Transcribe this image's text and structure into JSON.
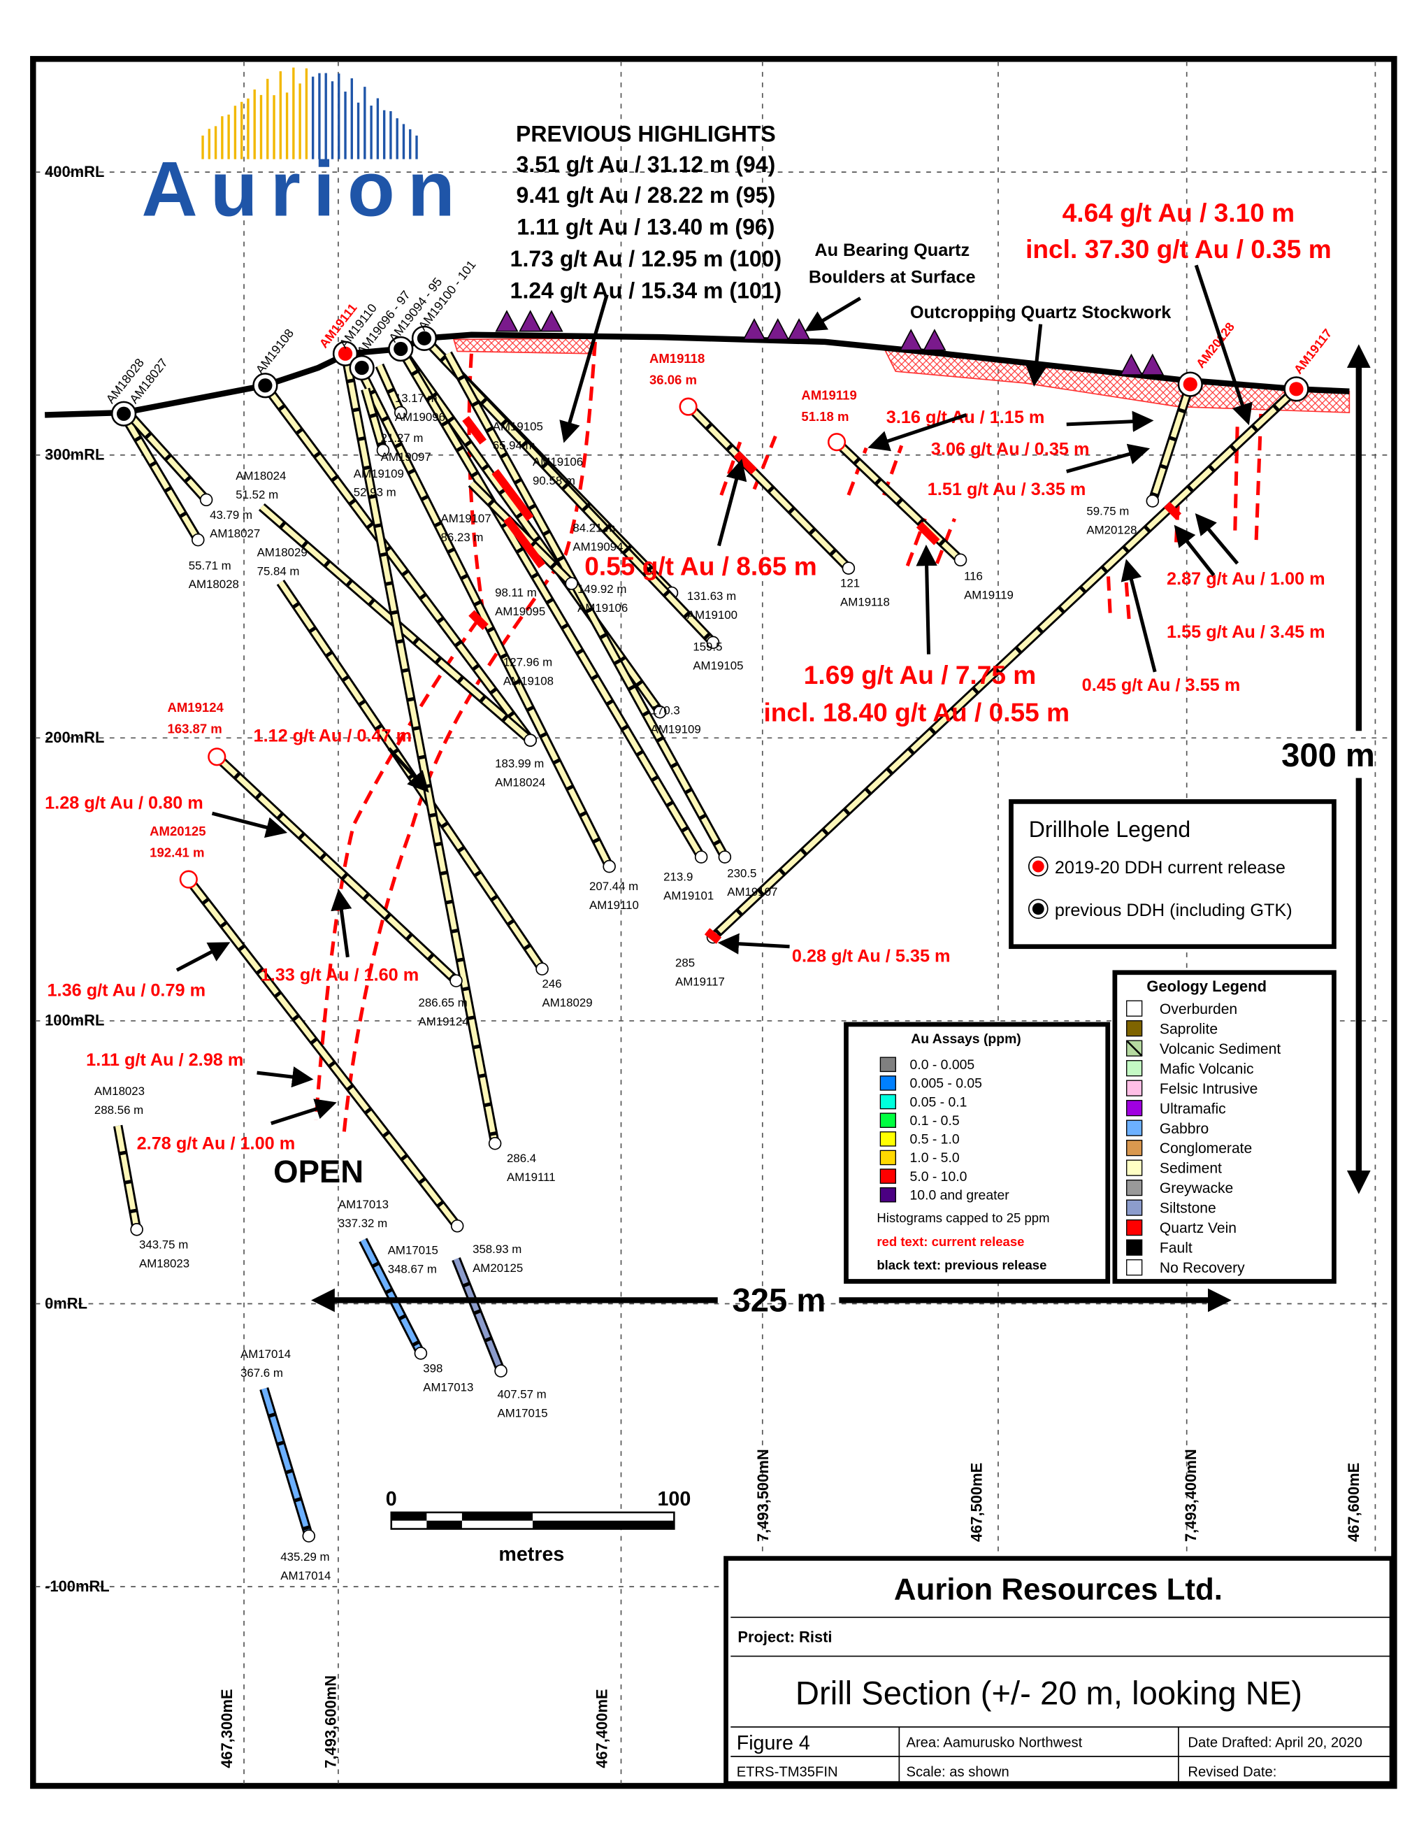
{
  "logo": {
    "text": "Aurion"
  },
  "previous_highlights": {
    "title": "PREVIOUS HIGHLIGHTS",
    "items": [
      "3.51 g/t Au / 31.12 m (94)",
      "9.41 g/t Au / 28.22 m (95)",
      "1.11 g/t Au / 13.40 m (96)",
      "1.73 g/t Au / 12.95 m (100)",
      "1.24 g/t Au / 15.34 m (101)"
    ]
  },
  "surface_notes": {
    "boulders": [
      "Au Bearing Quartz",
      "Boulders at Surface"
    ],
    "stockwork": "Outcropping Quartz Stockwork",
    "open": "OPEN"
  },
  "rl_labels": [
    "400mRL",
    "300mRL",
    "200mRL",
    "100mRL",
    "0mRL",
    "-100mRL"
  ],
  "grid_labels": [
    "467,300mE",
    "7,493,600mN",
    "467,400mE",
    "7,493,500mN",
    "467,500mE",
    "7,493,400mN",
    "467,600mE"
  ],
  "collar_labels": [
    {
      "text": "AM18028",
      "current": false
    },
    {
      "text": "AM18027",
      "current": false
    },
    {
      "text": "AM19108",
      "current": false
    },
    {
      "text": "AM19111",
      "current": true
    },
    {
      "text": "AM19110",
      "current": false
    },
    {
      "text": "AM19096 - 97",
      "current": false
    },
    {
      "text": "AM19094 - 95",
      "current": false
    },
    {
      "text": "AM19100 - 101",
      "current": false
    },
    {
      "text": "AM20128",
      "current": true
    },
    {
      "text": "AM19117",
      "current": true
    }
  ],
  "hole_labels": [
    [
      "13.17 m",
      "AM19096"
    ],
    [
      "21.27 m",
      "AM19097"
    ],
    [
      "AM19109",
      "52.93 m"
    ],
    [
      "AM19105",
      "65.94 m"
    ],
    [
      "AM19106",
      "90.58 m"
    ],
    [
      "AM18024",
      "51.52 m"
    ],
    [
      "43.79 m",
      "AM18027"
    ],
    [
      "55.71 m",
      "AM18028"
    ],
    [
      "AM19107",
      "86.23 m"
    ],
    [
      "84.21 m",
      "AM19094"
    ],
    [
      "AM18029",
      "75.84 m"
    ],
    [
      "98.11 m",
      "AM19095"
    ],
    [
      "149.92 m",
      "AM19106"
    ],
    [
      "131.63 m",
      "AM19100"
    ],
    [
      "159.5",
      "AM19105"
    ],
    [
      "127.96 m",
      "AM19108"
    ],
    [
      "170.3",
      "AM19109"
    ],
    [
      "183.99 m",
      "AM18024"
    ],
    [
      "207.44 m",
      "AM19110"
    ],
    [
      "213.9",
      "AM19101"
    ],
    [
      "230.5",
      "AM19107"
    ],
    [
      "121",
      "AM19118"
    ],
    [
      "116",
      "AM19119"
    ],
    [
      "59.75 m",
      "AM20128"
    ],
    [
      "285",
      "AM19117"
    ],
    [
      "246",
      "AM18029"
    ],
    [
      "286.65 m",
      "AM19124"
    ],
    [
      "286.4",
      "AM19111"
    ],
    [
      "AM18023",
      "288.56 m"
    ],
    [
      "343.75 m",
      "AM18023"
    ],
    [
      "AM17013",
      "337.32 m"
    ],
    [
      "AM17015",
      "348.67 m"
    ],
    [
      "358.93 m",
      "AM20125"
    ],
    [
      "398",
      "AM17013"
    ],
    [
      "407.57 m",
      "AM17015"
    ],
    [
      "AM17014",
      "367.6 m"
    ],
    [
      "435.29 m",
      "AM17014"
    ]
  ],
  "current_hole_labels": [
    [
      "AM19118",
      "36.06 m"
    ],
    [
      "AM19119",
      "51.18 m"
    ],
    [
      "AM19124",
      "163.87 m"
    ],
    [
      "AM20125",
      "192.41 m"
    ]
  ],
  "intercepts": [
    "4.64 g/t Au / 3.10 m",
    "incl. 37.30 g/t Au / 0.35 m",
    "3.16 g/t Au / 1.15 m",
    "3.06 g/t Au / 0.35 m",
    "1.51 g/t Au / 3.35 m",
    "0.55 g/t Au / 8.65 m",
    "1.69 g/t Au / 7.75 m",
    "incl. 18.40 g/t Au / 0.55 m",
    "2.87 g/t Au / 1.00 m",
    "1.55 g/t Au / 3.45 m",
    "0.45 g/t Au / 3.55 m",
    "1.12 g/t Au / 0.47 m",
    "1.28 g/t Au / 0.80 m",
    "0.28 g/t Au / 5.35 m",
    "1.36 g/t Au / 0.79 m",
    "1.33 g/t Au / 1.60 m",
    "1.11 g/t Au / 2.98 m",
    "2.78 g/t Au / 1.00 m"
  ],
  "dimensions": {
    "horizontal": "325 m",
    "vertical": "300 m"
  },
  "scale_bar": {
    "start": "0",
    "end": "100",
    "unit": "metres"
  },
  "drillhole_legend": {
    "title": "Drillhole Legend",
    "items": [
      {
        "label": "2019-20 DDH current release",
        "color": "#ff0000"
      },
      {
        "label": "previous DDH (including GTK)",
        "color": "#000000"
      }
    ]
  },
  "au_legend": {
    "title": "Au Assays (ppm)",
    "items": [
      {
        "label": "0.0 - 0.005",
        "color": "#808080"
      },
      {
        "label": "0.005 - 0.05",
        "color": "#0080ff"
      },
      {
        "label": "0.05 - 0.1",
        "color": "#00ffdd"
      },
      {
        "label": "0.1 - 0.5",
        "color": "#00ff40"
      },
      {
        "label": "0.5 - 1.0",
        "color": "#ffff00"
      },
      {
        "label": "1.0 - 5.0",
        "color": "#ffd800"
      },
      {
        "label": "5.0 - 10.0",
        "color": "#ff0000"
      },
      {
        "label": "10.0 and greater",
        "color": "#4b0082"
      }
    ],
    "note": "Histograms capped to 25 ppm",
    "red_note": "red text: current release",
    "black_note": "black text: previous release"
  },
  "geology_legend": {
    "title": "Geology Legend",
    "items": [
      {
        "label": "Overburden",
        "color": "#ffffff"
      },
      {
        "label": "Saprolite",
        "color": "#7f6400"
      },
      {
        "label": "Volcanic Sediment",
        "color": "#b5d9a0"
      },
      {
        "label": "Mafic Volcanic",
        "color": "#c4fac4"
      },
      {
        "label": "Felsic Intrusive",
        "color": "#ffbfe6"
      },
      {
        "label": "Ultramafic",
        "color": "#a000e0"
      },
      {
        "label": "Gabbro",
        "color": "#6cb0ff"
      },
      {
        "label": "Conglomerate",
        "color": "#d9984f"
      },
      {
        "label": "Sediment",
        "color": "#ffffc4"
      },
      {
        "label": "Greywacke",
        "color": "#999999"
      },
      {
        "label": "Siltstone",
        "color": "#8c9ccc"
      },
      {
        "label": "Quartz Vein",
        "color": "#ff0000"
      },
      {
        "label": "Fault",
        "color": "#000000"
      },
      {
        "label": "No Recovery",
        "color": "#ffffff"
      }
    ]
  },
  "title_block": {
    "company": "Aurion Resources Ltd.",
    "project": "Project: Risti",
    "title": "Drill Section (+/- 20 m, looking NE)",
    "figure": "Figure  4",
    "area": "Area: Aamurusko Northwest",
    "date_drafted": "Date Drafted: April 20, 2020",
    "projection": "ETRS-TM35FIN",
    "scale": "Scale: as shown",
    "revised": "Revised Date:"
  }
}
